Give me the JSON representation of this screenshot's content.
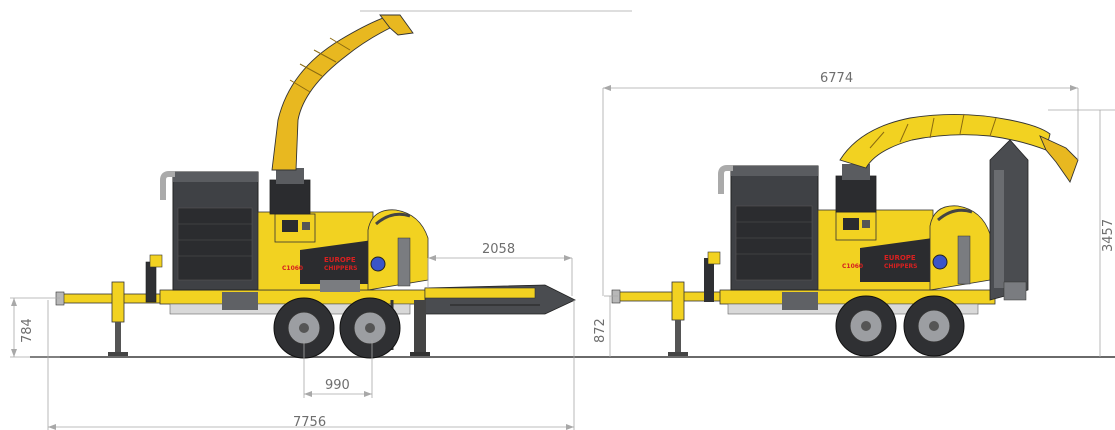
{
  "dimensions": {
    "left_total_length": "7756",
    "left_feed_table_length": "2058",
    "left_axle_spacing": "990",
    "left_drawbar_height": "784",
    "right_total_length": "6774",
    "right_drawbar_height": "872",
    "right_total_height": "3457"
  },
  "machine": {
    "brand_top": "EUROPE",
    "brand_bottom": "CHIPPERS",
    "model": "C1060"
  },
  "colors": {
    "body_yellow": "#f2d221",
    "dark_grey": "#3f4145",
    "mid_grey": "#7a7c80",
    "line": "#9a9a9a",
    "ground": "#6a6a6a"
  }
}
